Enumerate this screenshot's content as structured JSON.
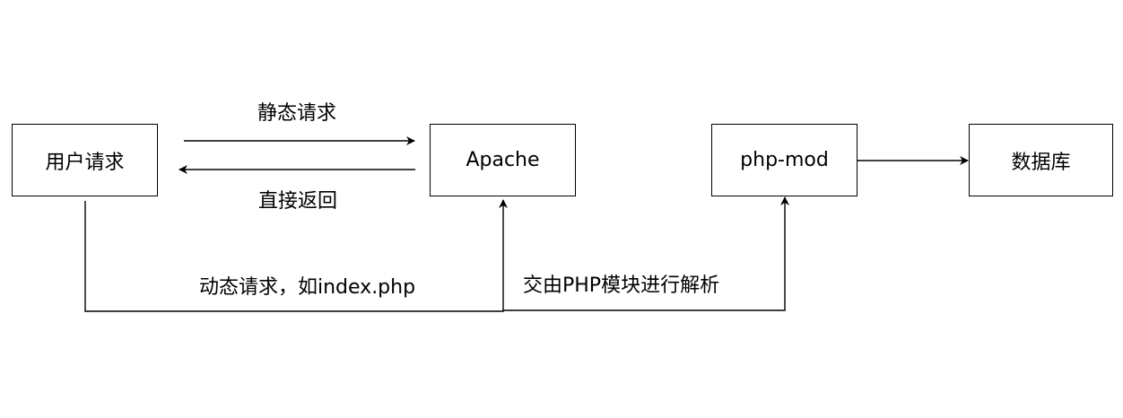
{
  "nodes": {
    "user_request": "用户请求",
    "apache": "Apache",
    "php_mod": "php-mod",
    "database": "数据库"
  },
  "edges": {
    "static_request": "静态请求",
    "direct_return": "直接返回",
    "dynamic_request": "动态请求，如index.php",
    "php_parse": "交由PHP模块进行解析"
  },
  "colors": {
    "stroke": "#000000",
    "background": "#ffffff"
  }
}
